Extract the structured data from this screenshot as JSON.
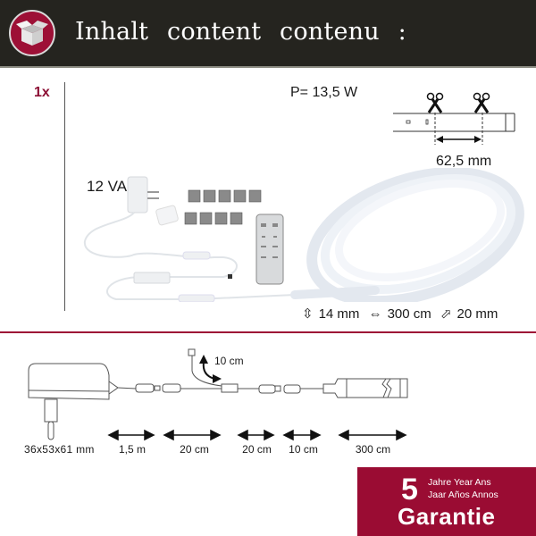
{
  "header": {
    "title": "Inhalt  content  contenu :",
    "icon": "open-box-icon",
    "colors": {
      "band": "#25241f",
      "badge": "#9d1036"
    }
  },
  "contents": {
    "quantity": "1x",
    "power": "P= 13,5 W",
    "adapter_rating": "12 VA",
    "cut_interval": "62,5 mm",
    "dimensions": {
      "height": "14 mm",
      "length": "300 cm",
      "width": "20 mm"
    }
  },
  "diagram": {
    "adapter_size": "36x53x61 mm",
    "bend_cable": "10 cm",
    "segments": [
      "1,5 m",
      "20 cm",
      "20 cm",
      "10 cm",
      "300 cm"
    ]
  },
  "warranty": {
    "years": "5",
    "line1": "Jahre Year Ans",
    "line2": "Jaar Años Annos",
    "label": "Garantie",
    "color": "#9a0c33"
  }
}
